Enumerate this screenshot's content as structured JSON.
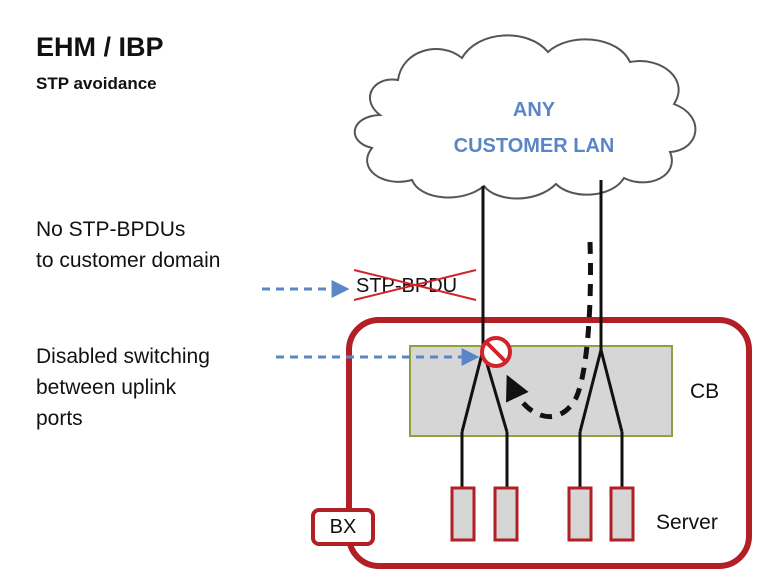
{
  "title": "EHM / IBP",
  "subtitle": "STP avoidance",
  "cloud": {
    "line1": "ANY",
    "line2": "CUSTOMER LAN"
  },
  "stp_label": "STP-BPDU",
  "note_stp": [
    "No STP-BPDUs",
    "to customer  domain"
  ],
  "note_switching": [
    "Disabled switching",
    "between uplink",
    "ports"
  ],
  "cb_label": "CB",
  "bx_label": "BX",
  "server_label": "Server",
  "colors": {
    "chassis": "#b21f24",
    "cb_fill": "#d6d6d6",
    "cb_border": "#8fa040",
    "arrow": "#5b86c5",
    "cloud_text": "#5b86c5"
  }
}
